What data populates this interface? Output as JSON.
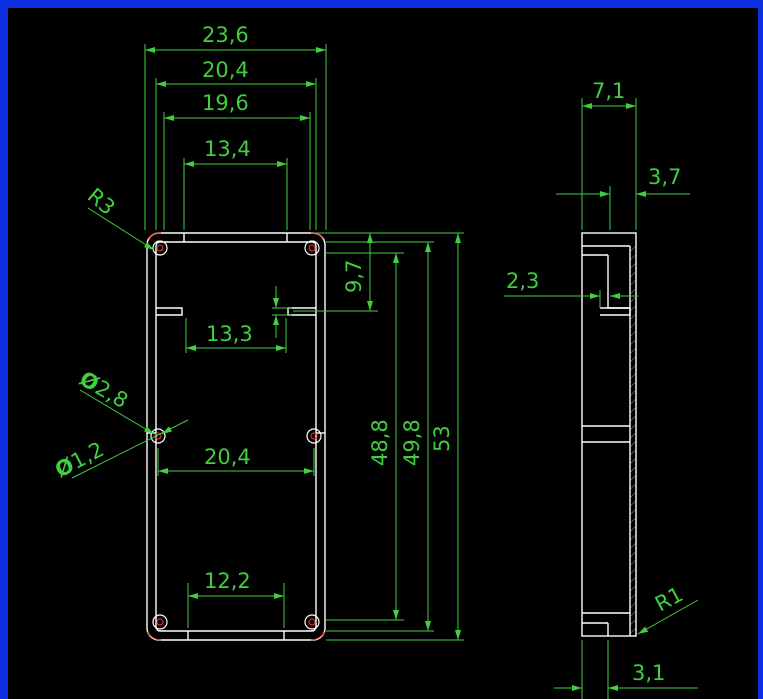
{
  "colors": {
    "background": "#000000",
    "frame": "#0a2ee0",
    "geometry": "#ffffff",
    "dimension": "#3fcf3f",
    "arrow": "#3fcf3f",
    "hatch": "#cccccc",
    "center_mark": "#ff3030"
  },
  "front_view": {
    "dimensions": {
      "overall_width": "23,6",
      "outer_width": "20,4",
      "inner_width": "19,6",
      "top_slot_width": "13,4",
      "mid_slot_width": "13,3",
      "hole_spacing": "20,4",
      "bottom_slot_width": "12,2",
      "top_offset": "9,7",
      "inner_height": "48,8",
      "outer_height": "49,8",
      "overall_height": "53",
      "corner_radius": "R3",
      "outer_hole": "2,8",
      "inner_hole": "1,2"
    }
  },
  "side_view": {
    "dimensions": {
      "depth": "7,1",
      "wall": "3,7",
      "slot_depth": "2,3",
      "fillet": "R1",
      "lip": "3,1"
    }
  },
  "symbols": {
    "diameter": "Ø"
  }
}
